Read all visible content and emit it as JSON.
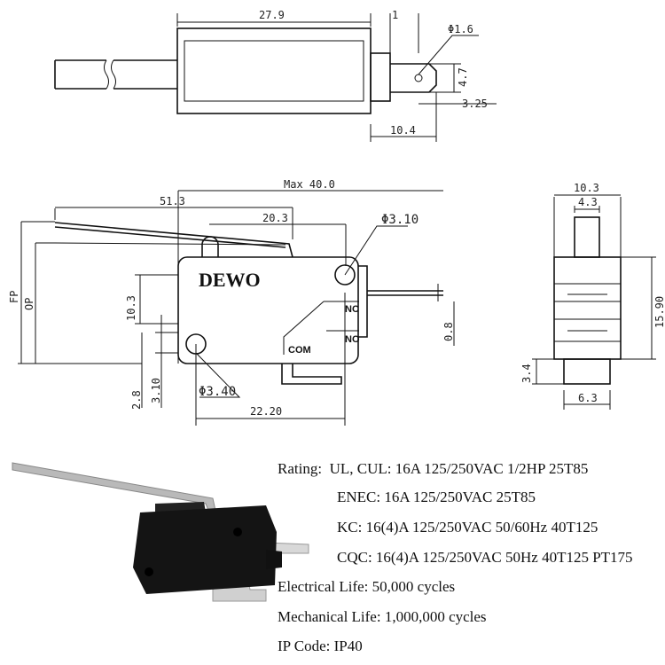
{
  "top_view": {
    "d_length": "27.9",
    "d_gap": "1",
    "d_hole": "Φ1.6",
    "d_tab_width": "4.7",
    "d_offset": "3.25",
    "d_terminal": "10.4"
  },
  "front_view": {
    "brand": "DEWO",
    "max_length": "Max 40.0",
    "lever_length": "51.3",
    "plunger_dist": "20.3",
    "hole_top": "Φ3.10",
    "hole_bottom": "Φ3.40",
    "hole_spacing": "22.20",
    "height_holes": "10.3",
    "terminal_thk": "0.8",
    "fp": "FP",
    "op": "OP",
    "d_2_8": "2.8",
    "d_3_10": "3.10",
    "nc": "NC",
    "no": "NO",
    "com": "COM"
  },
  "side_view": {
    "width": "10.3",
    "plunger_width": "4.3",
    "height": "15.90",
    "bottom_h": "3.4",
    "bottom_w": "6.3"
  },
  "specs": {
    "rating_label": "Rating:",
    "ul": "UL, CUL: 16A 125/250VAC 1/2HP 25T85",
    "enec": "ENEC:  16A 125/250VAC 25T85",
    "kc": "KC: 16(4)A 125/250VAC 50/60Hz 40T125",
    "cqc": "CQC: 16(4)A 125/250VAC 50Hz 40T125 PT175",
    "electrical": "Electrical Life: 50,000 cycles",
    "mechanical": "Mechanical Life: 1,000,000 cycles",
    "ip": "IP Code: IP40"
  }
}
